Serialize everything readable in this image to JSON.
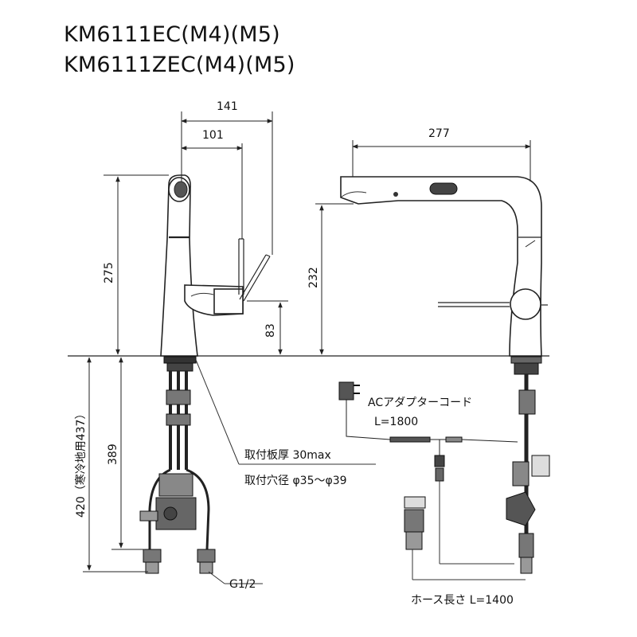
{
  "titles": {
    "model_1": "KM6111EC(M4)(M5)",
    "model_2": "KM6111ZEC(M4)(M5)"
  },
  "dimensions": {
    "width_141": "141",
    "width_101": "101",
    "height_275": "275",
    "height_83": "83",
    "width_277": "277",
    "height_232": "232",
    "height_389": "389",
    "height_420": "420（寒冷地用437）"
  },
  "labels": {
    "mount_thickness": "取付板厚 30max",
    "mount_hole": "取付穴径  φ35〜φ39",
    "thread": "G1/2",
    "ac_adapter": "ACアダプターコード",
    "ac_length": "L=1800",
    "hose_length": "ホース長さ L=1400"
  }
}
